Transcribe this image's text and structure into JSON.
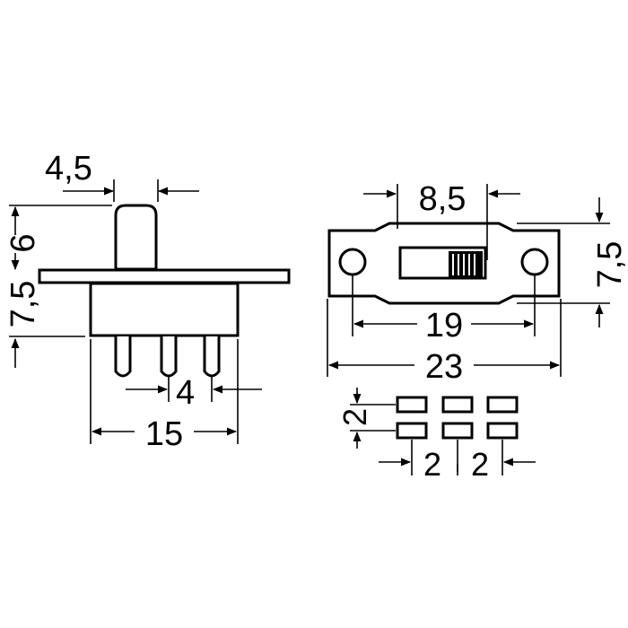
{
  "diagram": {
    "dimension_labels": {
      "lever_width": "4,5",
      "lever_height": "6",
      "body_height": "7,5",
      "pin_pitch": "4",
      "body_width": "15",
      "slot_width": "8,5",
      "plate_height": "7,5",
      "hole_spacing": "19",
      "plate_width": "23",
      "pad_height": "2",
      "pad_pitch_1": "2",
      "pad_pitch_2": "2"
    },
    "colors": {
      "line": "#000000",
      "background": "#ffffff"
    }
  }
}
